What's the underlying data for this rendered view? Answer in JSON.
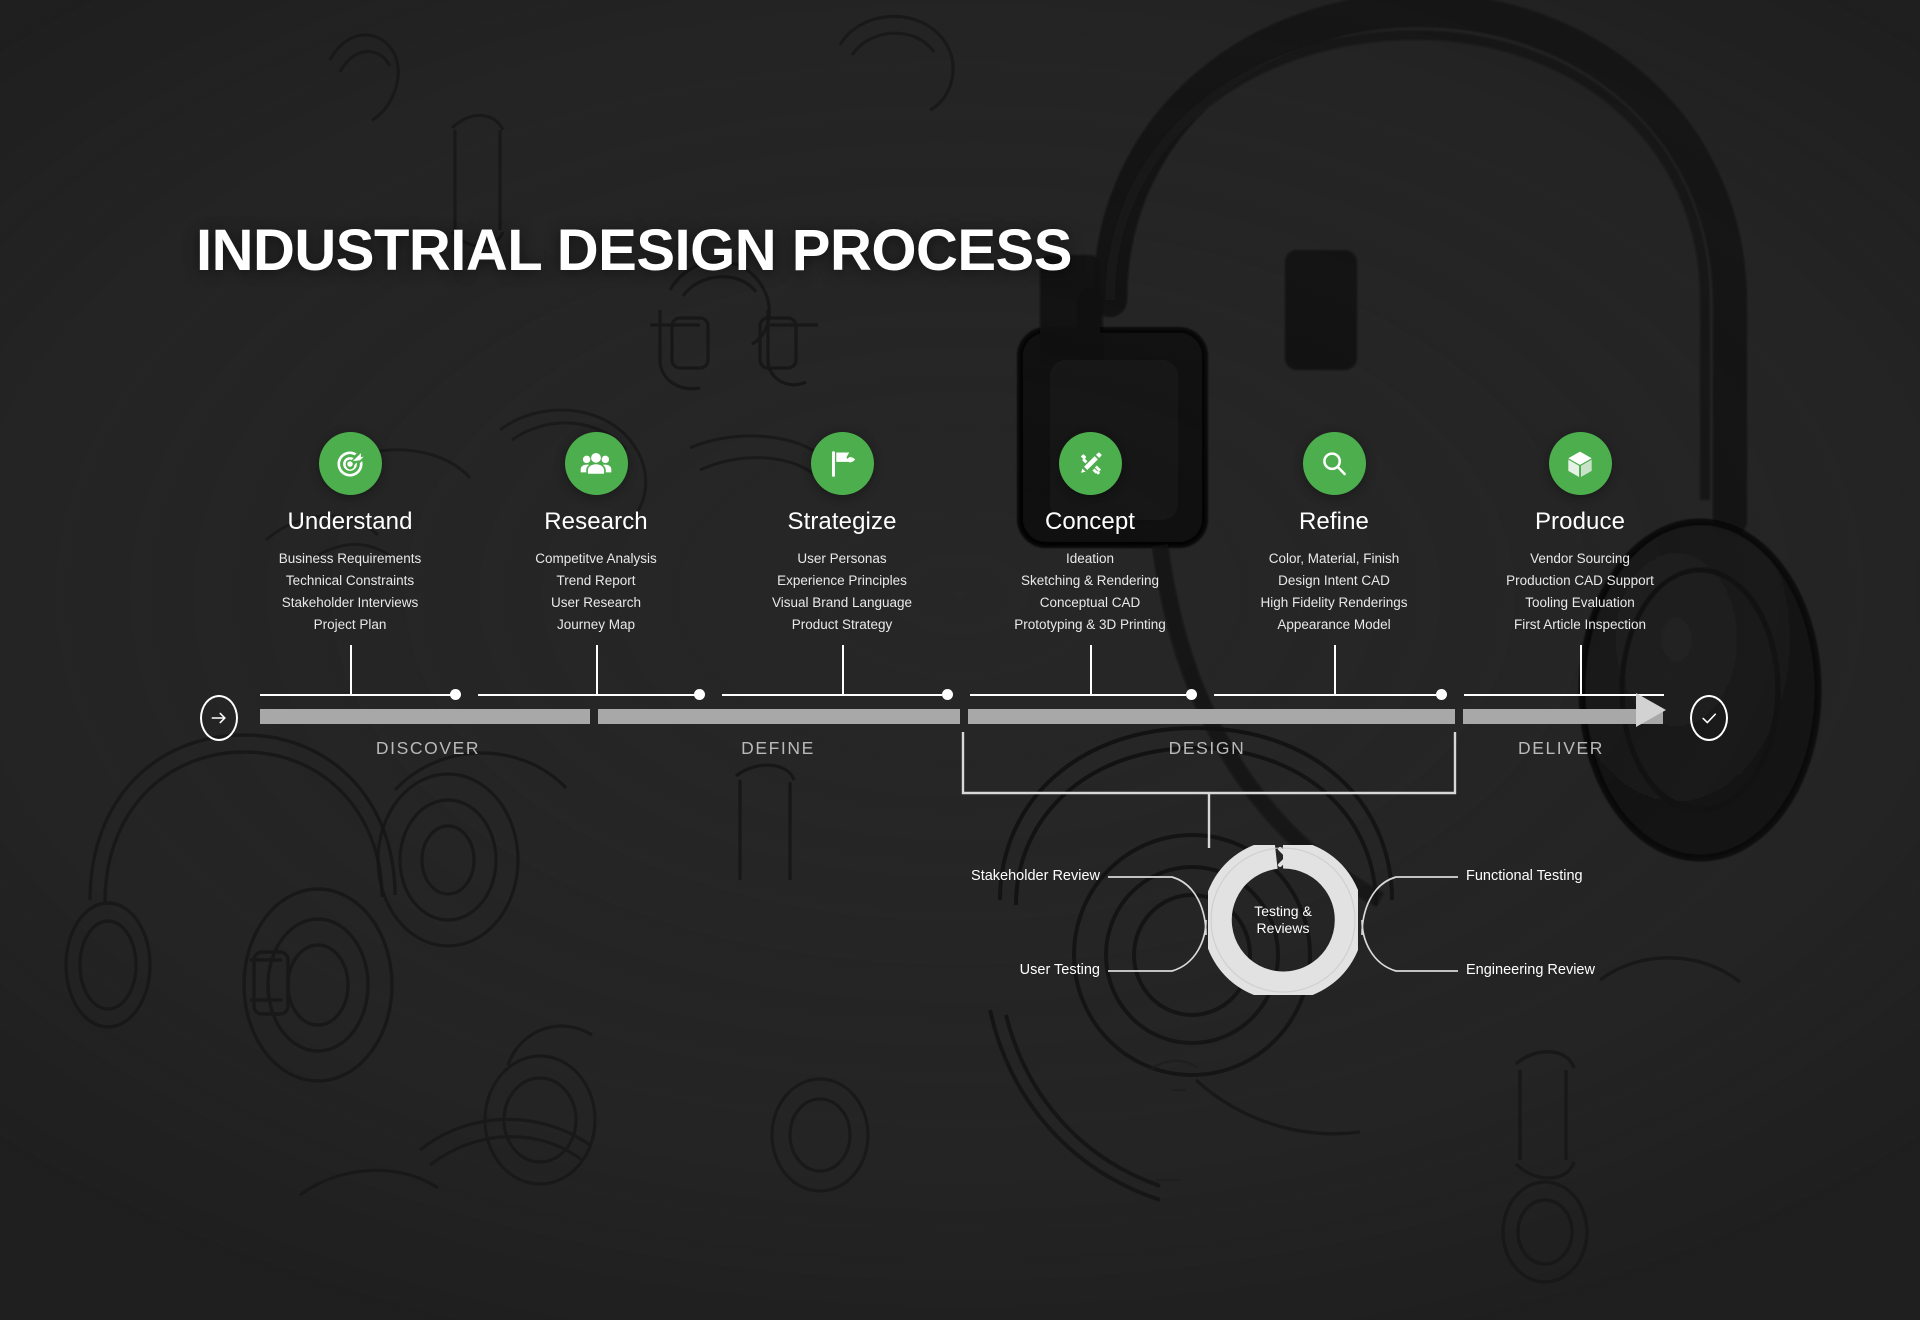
{
  "page": {
    "title": "INDUSTRIAL DESIGN PROCESS",
    "background_color": "#272727",
    "accent_color": "#4cae4c",
    "bar_color": "#a8a8a8"
  },
  "stages": [
    {
      "key": "understand",
      "title": "Understand",
      "icon": "target-icon",
      "items": [
        "Business Requirements",
        "Technical Constraints",
        "Stakeholder Interviews",
        "Project Plan"
      ]
    },
    {
      "key": "research",
      "title": "Research",
      "icon": "users-group-icon",
      "items": [
        "Competitve Analysis",
        "Trend Report",
        "User Research",
        "Journey Map"
      ]
    },
    {
      "key": "strategize",
      "title": "Strategize",
      "icon": "flag-icon",
      "items": [
        "User Personas",
        "Experience Principles",
        "Visual Brand Language",
        "Product Strategy"
      ]
    },
    {
      "key": "concept",
      "title": "Concept",
      "icon": "pencil-ruler-icon",
      "items": [
        "Ideation",
        "Sketching & Rendering",
        "Conceptual CAD",
        "Prototyping & 3D Printing"
      ]
    },
    {
      "key": "refine",
      "title": "Refine",
      "icon": "magnifier-icon",
      "items": [
        "Color, Material, Finish",
        "Design Intent CAD",
        "High Fidelity Renderings",
        "Appearance Model"
      ]
    },
    {
      "key": "produce",
      "title": "Produce",
      "icon": "cube-box-icon",
      "items": [
        "Vendor Sourcing",
        "Production CAD Support",
        "Tooling Evaluation",
        "First Article Inspection"
      ]
    }
  ],
  "phases": [
    {
      "key": "discover",
      "label": "DISCOVER"
    },
    {
      "key": "define",
      "label": "DEFINE"
    },
    {
      "key": "design",
      "label": "DESIGN"
    },
    {
      "key": "deliver",
      "label": "DELIVER"
    }
  ],
  "timeline": {
    "start_icon": "arrow-right-icon",
    "end_icon": "check-icon"
  },
  "testing_cycle": {
    "center_line1": "Testing &",
    "center_line2": "Reviews",
    "labels": {
      "top_left": "Stakeholder Review",
      "bottom_left": "User Testing",
      "top_right": "Functional Testing",
      "bottom_right": "Engineering Review"
    }
  }
}
